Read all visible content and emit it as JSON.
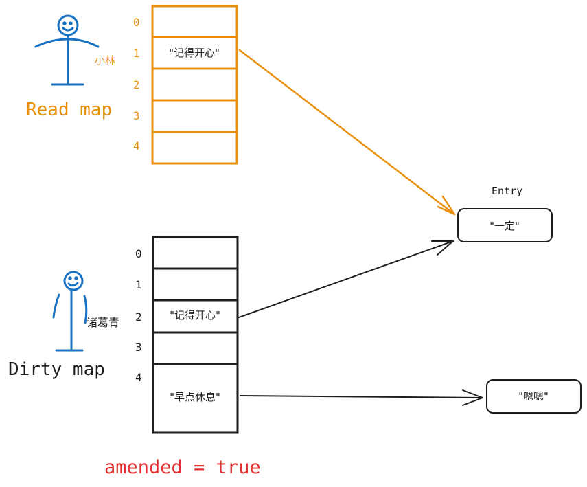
{
  "colors": {
    "read": "#e8900c",
    "dirty": "#1e1e1e",
    "figure": "#1971c2",
    "amended": "#e03131",
    "background": "#ffffff"
  },
  "read_map": {
    "label": "Read map",
    "user": "小林",
    "indices": [
      "0",
      "1",
      "2",
      "3",
      "4"
    ],
    "cells": [
      "",
      "\"记得开心\"",
      "",
      "",
      ""
    ]
  },
  "dirty_map": {
    "label": "Dirty map",
    "user": "诸葛青",
    "indices": [
      "0",
      "1",
      "2",
      "3",
      "4"
    ],
    "cells": [
      "",
      "",
      "\"记得开心\"",
      "",
      "\"早点休息\""
    ]
  },
  "entry": {
    "label": "Entry",
    "value": "\"一定\""
  },
  "second_value": "\"嗯嗯\"",
  "amended": "amended = true",
  "icons": {
    "read_user": "stick-figure-icon",
    "dirty_user": "stick-figure-icon",
    "arrow": "arrow-icon"
  }
}
